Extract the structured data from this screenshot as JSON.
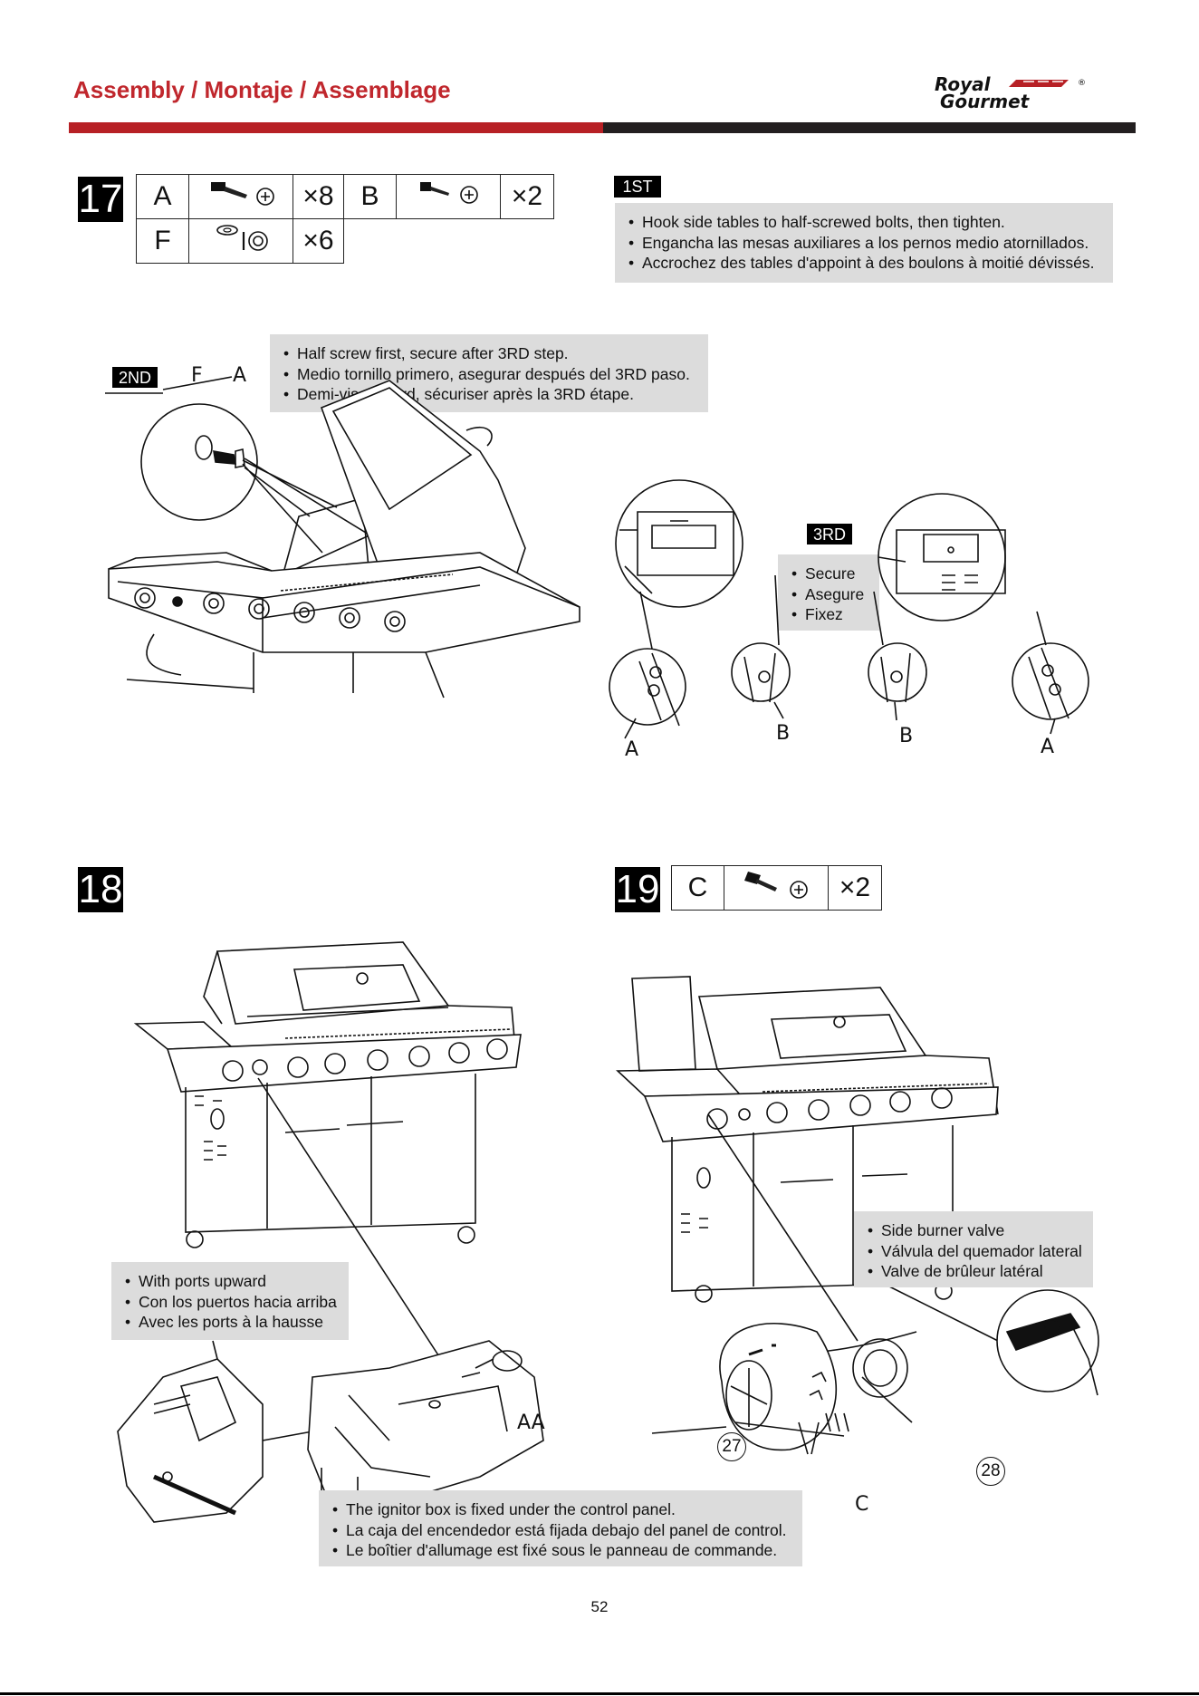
{
  "header": {
    "title": "Assembly / Montaje / Assemblage",
    "brand_line1": "Royal",
    "brand_line2": "Gourmet",
    "brand_mark": "®",
    "colors": {
      "accent_red": "#b72025",
      "dark_bar": "#231f20",
      "note_bg": "#dcdcdc"
    }
  },
  "step17": {
    "number": "17",
    "parts": [
      {
        "letter": "A",
        "icon": "bolt-icon",
        "qty": "×8"
      },
      {
        "letter": "B",
        "icon": "bolt-icon",
        "qty": "×2"
      },
      {
        "letter": "F",
        "icon": "washer-icon",
        "qty": "×6"
      }
    ],
    "first": {
      "tag": "1ST",
      "lines": [
        "Hook side tables to half-screwed bolts, then tighten.",
        "Engancha las mesas auxiliares a los pernos medio atornillados.",
        "Accrochez des tables d'appoint à des boulons à moitié dévissés."
      ]
    },
    "second": {
      "tag": "2ND",
      "label_f": "F",
      "label_a": "A",
      "lines": [
        "Half screw first, secure after 3RD step.",
        "Medio tornillo primero, asegurar después del 3RD paso.",
        "Demi-vis d'abord, sécuriser après la 3RD étape."
      ]
    },
    "third": {
      "tag": "3RD",
      "lines": [
        "Secure",
        "Asegure",
        "Fixez"
      ],
      "callouts": [
        "A",
        "B",
        "B",
        "A"
      ]
    }
  },
  "step18": {
    "number": "18",
    "ports_lines": [
      "With ports upward",
      "Con los puertos hacia arriba",
      "Avec les ports à la hausse"
    ],
    "ignitor_lines": [
      "The ignitor box is fixed under the control panel.",
      "La caja del encendedor está fijada debajo del panel de control.",
      "Le boîtier d'allumage est fixé sous le panneau de commande."
    ],
    "callout_aa": "AA"
  },
  "step19": {
    "number": "19",
    "part": {
      "letter": "C",
      "icon": "bolt-icon",
      "qty": "×2"
    },
    "valve_lines": [
      "Side burner valve",
      "Válvula del quemador lateral",
      "Valve de brûleur latéral"
    ],
    "callout_27": "27",
    "callout_28": "28",
    "callout_c": "C"
  },
  "footer": {
    "page_number": "52"
  }
}
